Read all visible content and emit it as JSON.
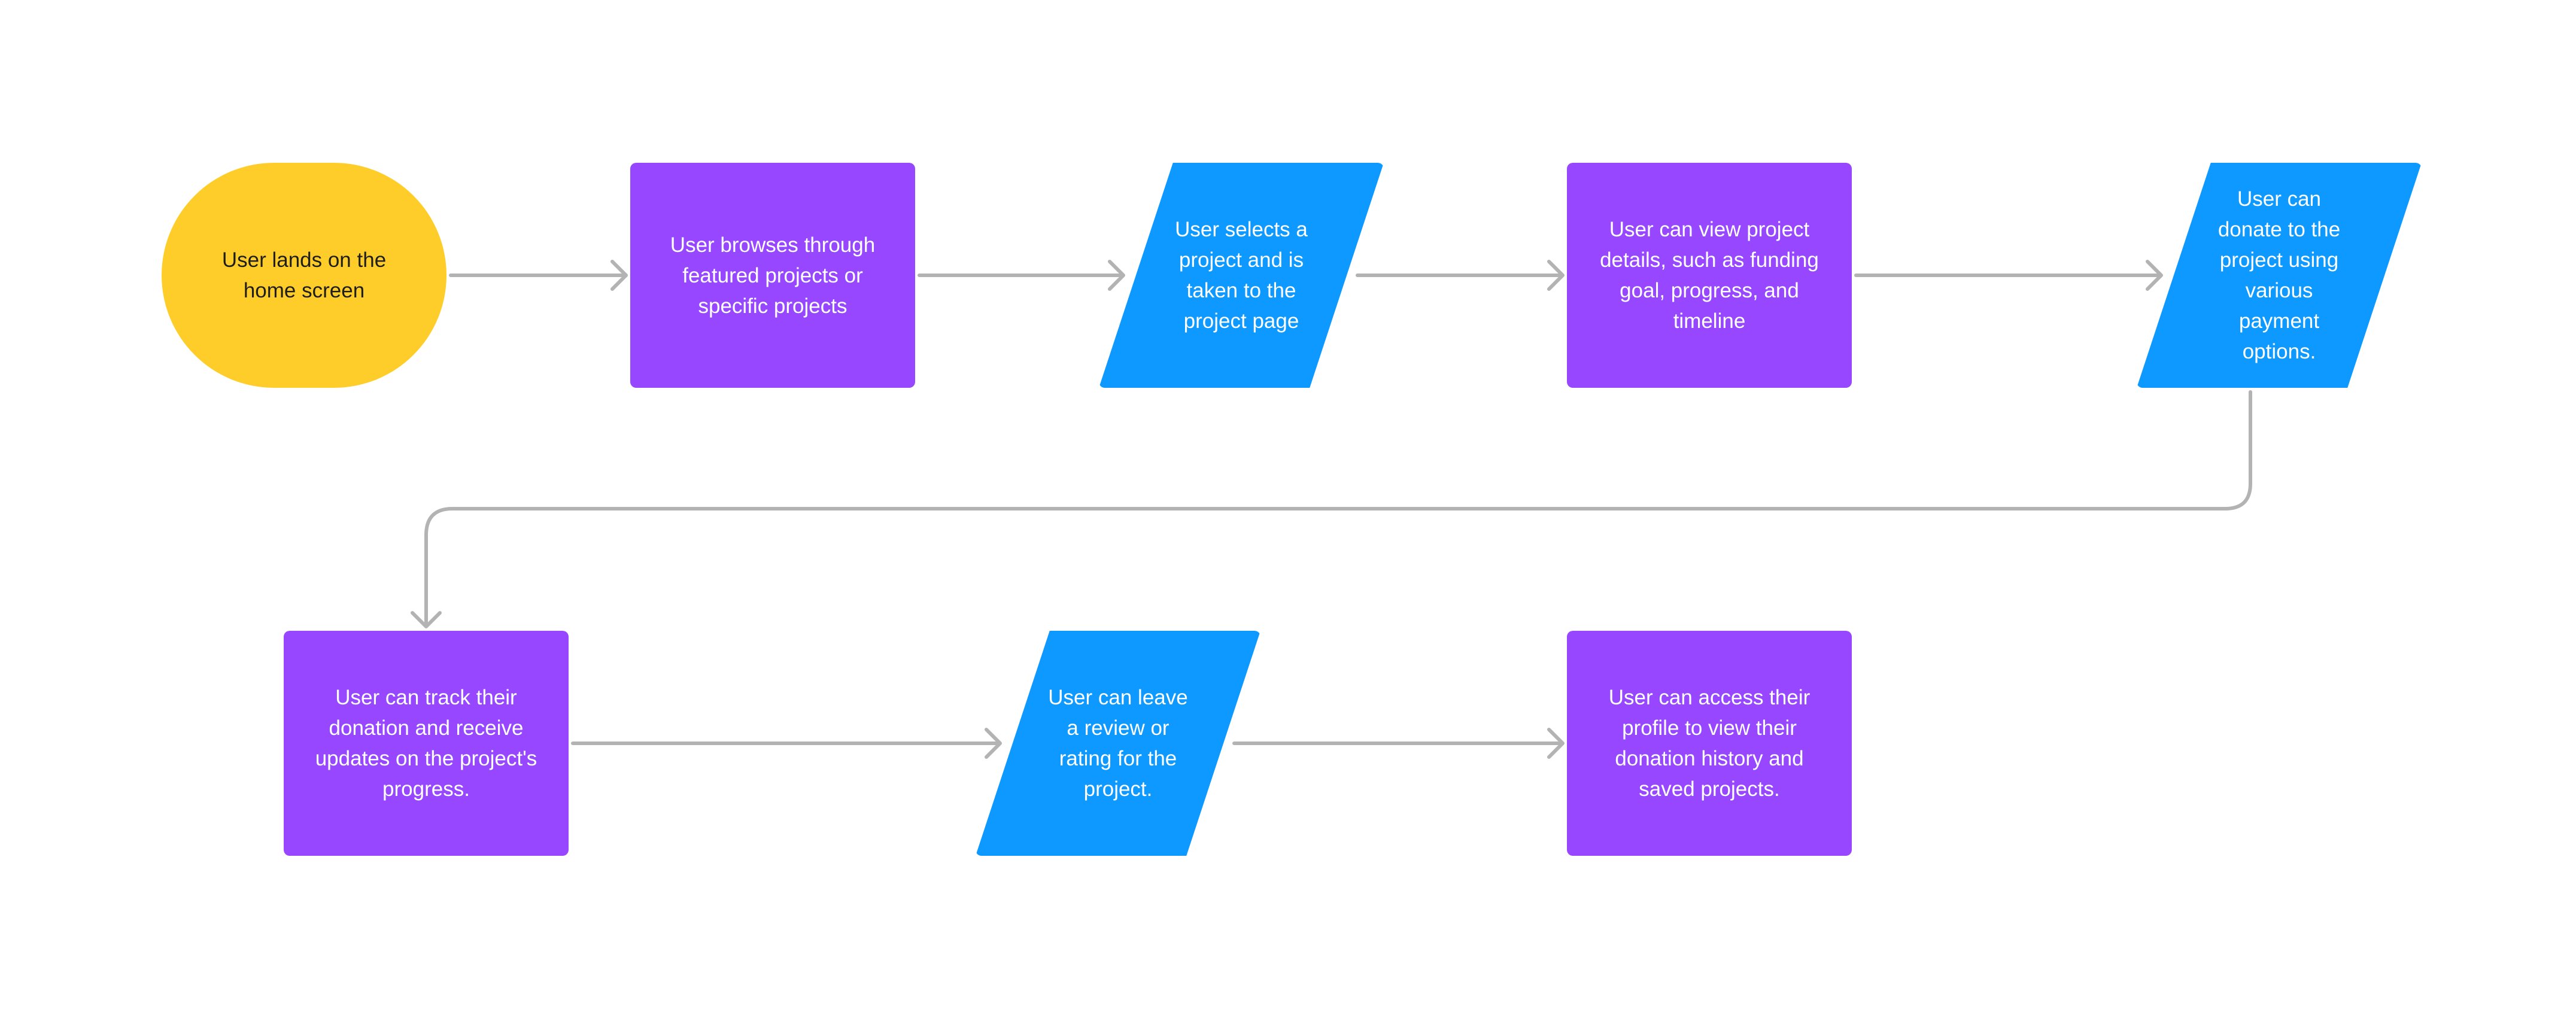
{
  "colors": {
    "start": "#FFCD29",
    "process": "#9747FF",
    "input_output": "#0D99FF",
    "connector": "#B3B3B3",
    "background": "#FFFFFF"
  },
  "nodes": [
    {
      "id": "n1",
      "shape": "terminator",
      "text": "User lands on the home screen"
    },
    {
      "id": "n2",
      "shape": "process",
      "text": "User browses through featured projects or specific projects"
    },
    {
      "id": "n3",
      "shape": "input-output",
      "text": "User selects a project and is taken to the project page"
    },
    {
      "id": "n4",
      "shape": "process",
      "text": "User can view project details, such as funding goal, progress, and timeline"
    },
    {
      "id": "n5",
      "shape": "input-output",
      "text": "User can donate to the project using various payment options."
    },
    {
      "id": "n6",
      "shape": "process",
      "text": "User can track their donation and receive updates on the project's progress."
    },
    {
      "id": "n7",
      "shape": "input-output",
      "text": "User can leave a review or rating for the project."
    },
    {
      "id": "n8",
      "shape": "process",
      "text": "User can access their profile to view their donation history and saved projects."
    }
  ],
  "edges": [
    {
      "from": "n1",
      "to": "n2"
    },
    {
      "from": "n2",
      "to": "n3"
    },
    {
      "from": "n3",
      "to": "n4"
    },
    {
      "from": "n4",
      "to": "n5"
    },
    {
      "from": "n5",
      "to": "n6"
    },
    {
      "from": "n6",
      "to": "n7"
    },
    {
      "from": "n7",
      "to": "n8"
    }
  ]
}
